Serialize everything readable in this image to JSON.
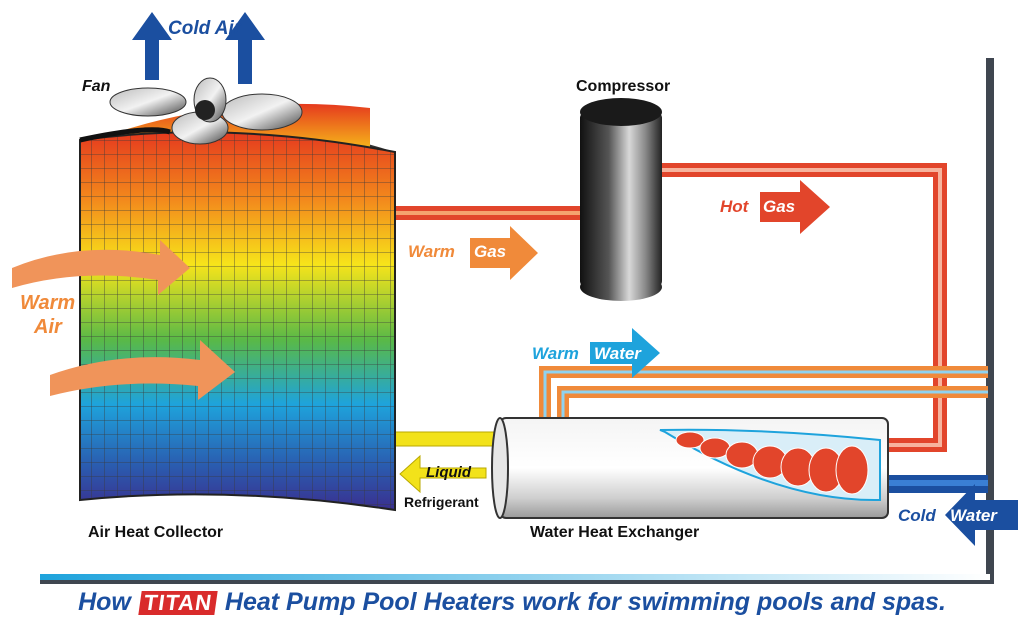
{
  "labels": {
    "fan": "Fan",
    "compressor": "Compressor",
    "air_heat_collector": "Air Heat Collector",
    "water_heat_exchanger": "Water Heat Exchanger",
    "cold_air": "Cold Air",
    "warm_air_1": "Warm",
    "warm_air_2": "Air",
    "warm_gas_1": "Warm",
    "warm_gas_2": "Gas",
    "hot_gas_1": "Hot",
    "hot_gas_2": "Gas",
    "warm_water_1": "Warm",
    "warm_water_2": "Water",
    "liquid": "Liquid",
    "refrigerant": "Refrigerant",
    "cold_water_1": "Cold",
    "cold_water_2": "Water"
  },
  "caption": {
    "pre": "How",
    "brand": "TITAN",
    "post": "Heat Pump Pool Heaters work for swimming pools and spas."
  },
  "colors": {
    "blue_text": "#1b4fa0",
    "orange": "#f08a3a",
    "red": "#e2452b",
    "cyan": "#1ea3dc",
    "yellow": "#f2e21a",
    "brand_red": "#d92b2b"
  }
}
